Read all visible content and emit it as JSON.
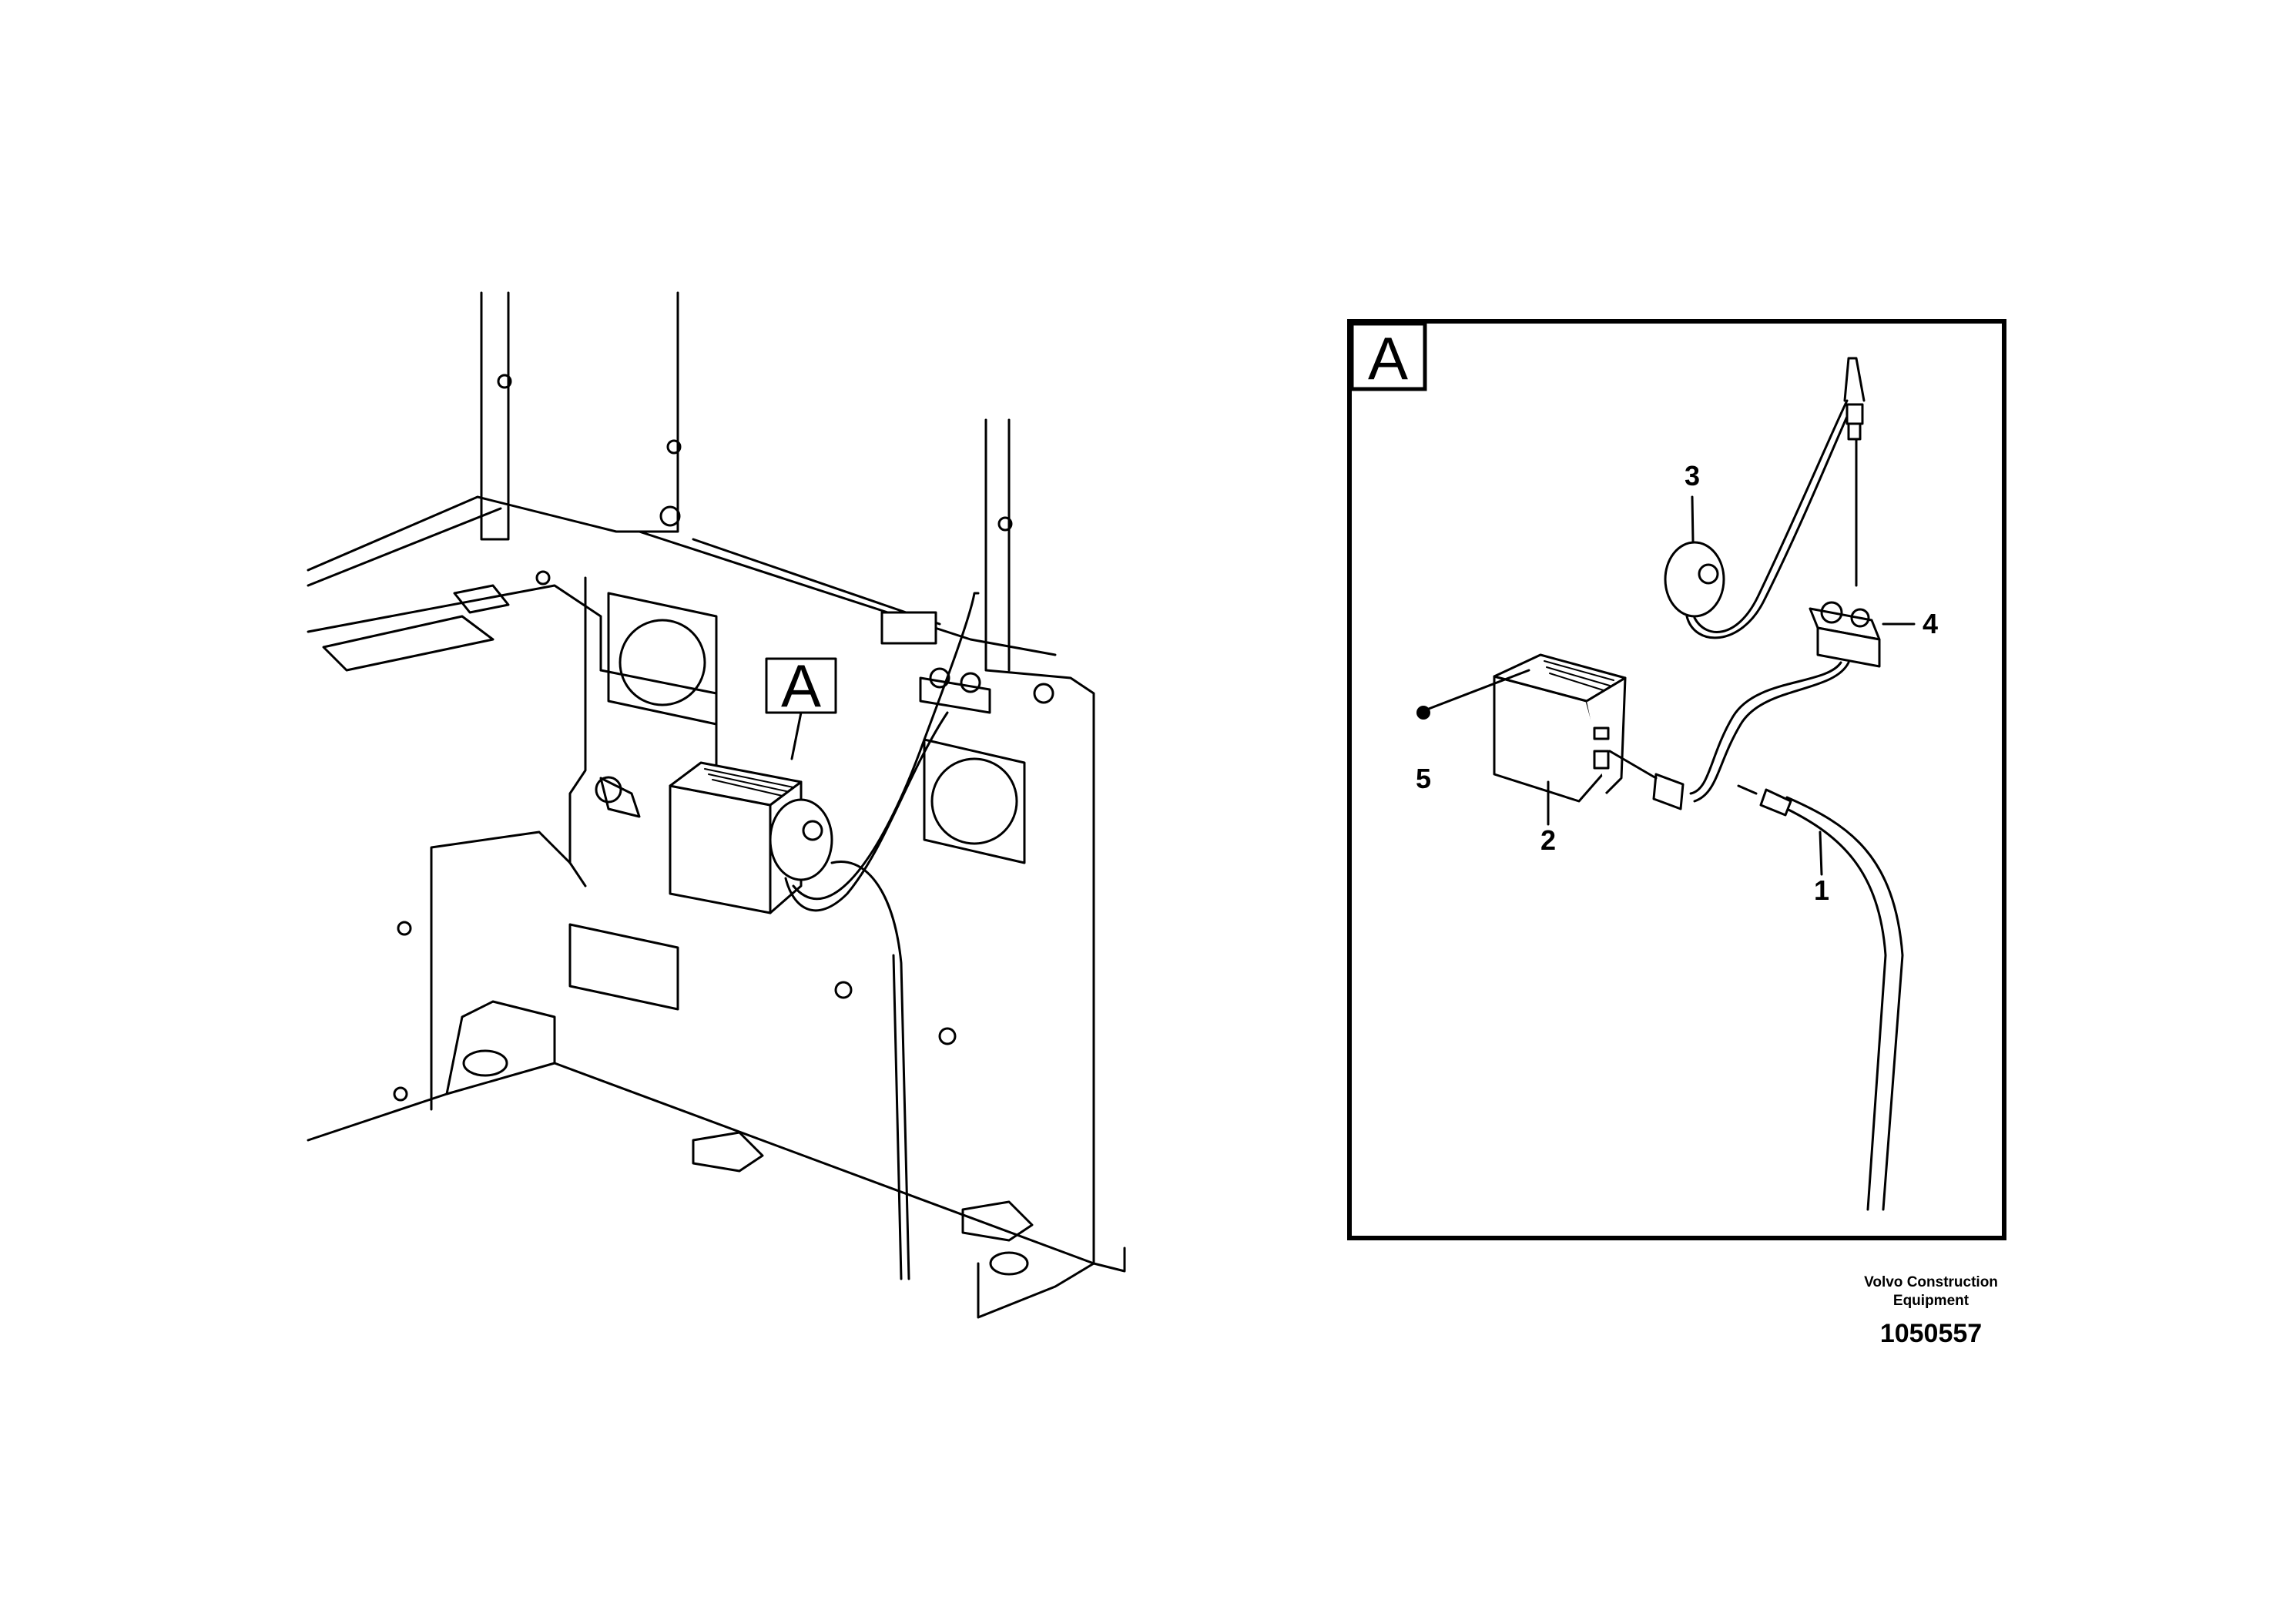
{
  "overview": {
    "callout_letter": "A"
  },
  "detail": {
    "frame_letter": "A",
    "parts": [
      {
        "number": "1",
        "name": ""
      },
      {
        "number": "2",
        "name": ""
      },
      {
        "number": "3",
        "name": ""
      },
      {
        "number": "4",
        "name": ""
      },
      {
        "number": "5",
        "name": ""
      }
    ]
  },
  "footer": {
    "publisher_line1": "Volvo Construction",
    "publisher_line2": "Equipment",
    "illustration_number": "1050557"
  }
}
